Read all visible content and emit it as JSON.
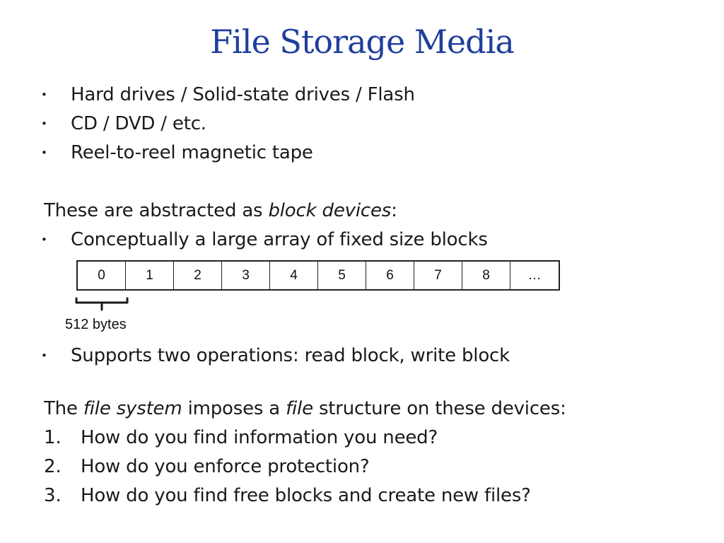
{
  "title": "File Storage Media",
  "bullet_symbol": "•",
  "media_bullets": [
    "Hard drives / Solid-state drives / Flash",
    "CD / DVD / etc.",
    "Reel-to-reel magnetic tape"
  ],
  "abstraction": {
    "intro_before": "These are abstracted as ",
    "intro_em": "block devices",
    "intro_after": ":",
    "bullet": "Conceptually a large array of fixed size blocks"
  },
  "block_array": {
    "cells": [
      "0",
      "1",
      "2",
      "3",
      "4",
      "5",
      "6",
      "7",
      "8",
      "…"
    ],
    "brace_label": "512 bytes"
  },
  "operations_bullet": "Supports two operations: read block, write block",
  "filesystem": {
    "intro_part1": "The ",
    "intro_em1": "file system",
    "intro_part2": " imposes a ",
    "intro_em2": "file",
    "intro_part3": " structure on these devices:",
    "questions": [
      {
        "num": "1.",
        "text": "How do you find information you need?"
      },
      {
        "num": "2.",
        "text": "How do you enforce protection?"
      },
      {
        "num": "3.",
        "text": "How do you find free blocks and create new files?"
      }
    ]
  }
}
